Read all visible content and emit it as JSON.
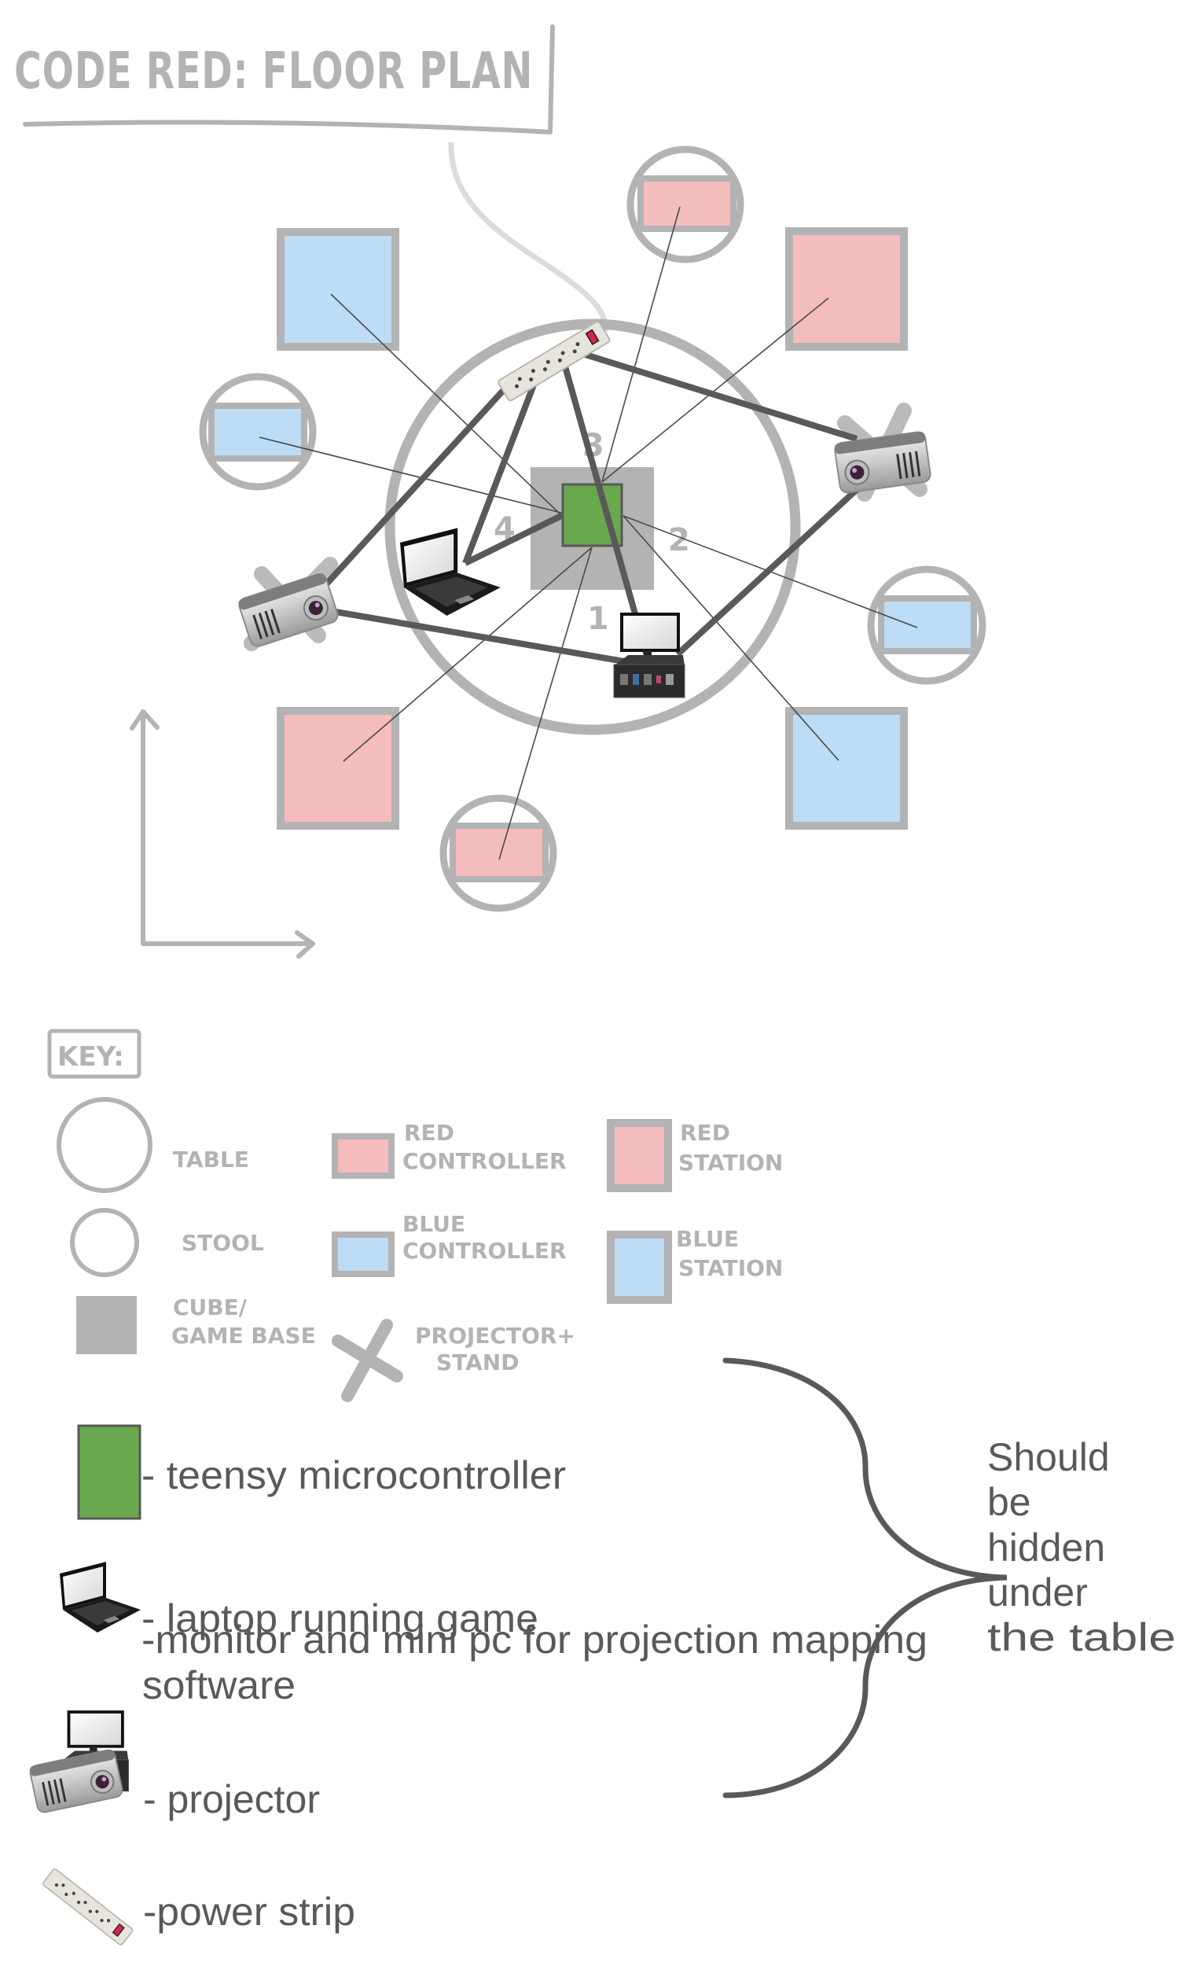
{
  "title": "CODE RED: FLOOR PLAN",
  "floor_plan": {
    "table_side_numbers": [
      "1",
      "2",
      "3",
      "4"
    ],
    "stations": [
      {
        "team": "blue",
        "position": "top-left"
      },
      {
        "team": "red",
        "position": "top-right"
      },
      {
        "team": "red",
        "position": "bottom-left"
      },
      {
        "team": "blue",
        "position": "bottom-right"
      }
    ],
    "controllers_on_stools": [
      {
        "team": "red",
        "position": "top"
      },
      {
        "team": "blue",
        "position": "left"
      },
      {
        "team": "blue",
        "position": "right"
      },
      {
        "team": "red",
        "position": "bottom"
      }
    ],
    "devices": [
      "power-strip",
      "laptop",
      "mini-pc-monitor",
      "projector-left",
      "projector-right",
      "teensy-microcontroller",
      "cube-game-base"
    ]
  },
  "key": {
    "heading": "KEY:",
    "items": [
      {
        "symbol": "table-circle",
        "label": "TABLE"
      },
      {
        "symbol": "stool-circle",
        "label": "STOOL"
      },
      {
        "symbol": "gray-square",
        "label_lines": [
          "CUBE/",
          "GAME BASE"
        ]
      },
      {
        "symbol": "red-controller-swatch",
        "label_lines": [
          "RED",
          "CONTROLLER"
        ]
      },
      {
        "symbol": "blue-controller-swatch",
        "label_lines": [
          "BLUE",
          "CONTROLLER"
        ]
      },
      {
        "symbol": "x-mark",
        "label_lines": [
          "PROJECTOR+",
          "STAND"
        ]
      },
      {
        "symbol": "red-station-swatch",
        "label_lines": [
          "RED",
          "STATION"
        ]
      },
      {
        "symbol": "blue-station-swatch",
        "label_lines": [
          "BLUE",
          "STATION"
        ]
      }
    ]
  },
  "legend": [
    {
      "icon": "green-square-icon",
      "text": "- teensy microcontroller"
    },
    {
      "icon": "laptop-icon",
      "text": "- laptop running game"
    },
    {
      "icon": "monitor-mini-pc-icon",
      "text_lines": [
        "-monitor and mini pc for projection mapping",
        "software"
      ]
    },
    {
      "icon": "projector-icon",
      "text": "- projector"
    },
    {
      "icon": "power-strip-icon",
      "text": "-power strip"
    }
  ],
  "note": {
    "lines": [
      "Should",
      "be",
      "hidden",
      "under",
      "the table"
    ]
  },
  "colors": {
    "red_team": "#f4bcbc",
    "blue_team": "#bddcf5",
    "sketch_gray": "#b3b3b3",
    "teensy_green": "#6aa84f",
    "cable_dark": "#595959"
  }
}
